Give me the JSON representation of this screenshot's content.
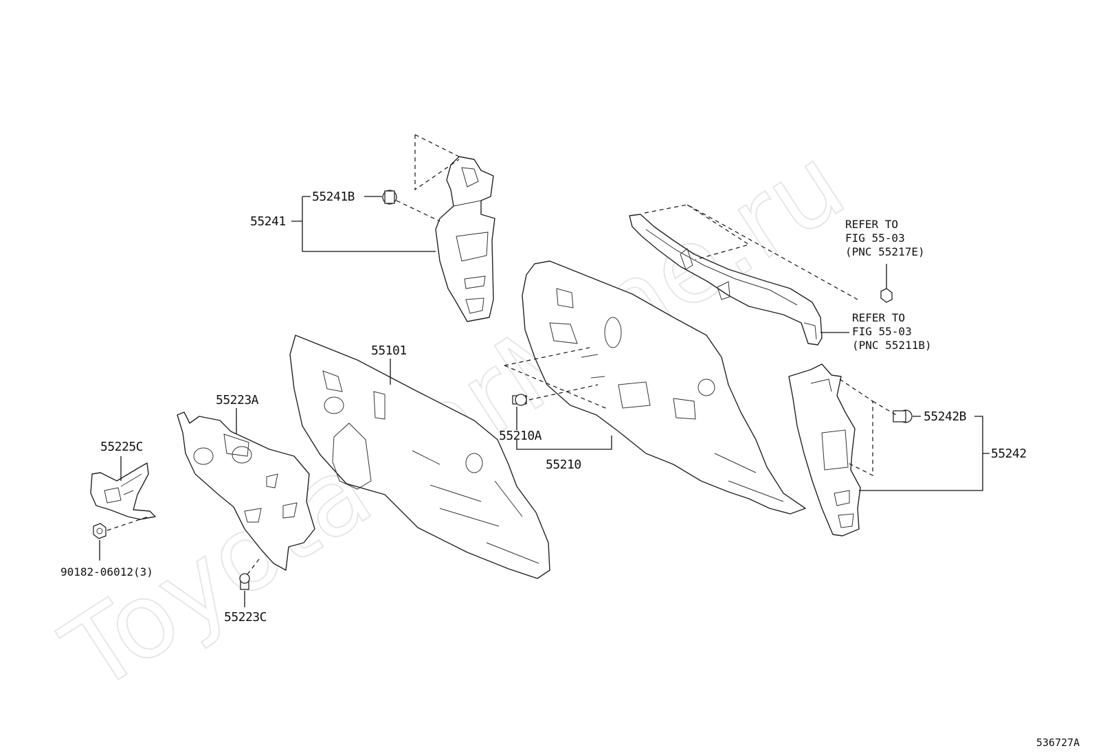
{
  "watermark": "ToyotaCarMine.ru",
  "figure_code": "536727A",
  "parts": {
    "p55241": "55241",
    "p55241B": "55241B",
    "p55101": "55101",
    "p55223A": "55223A",
    "p55225C": "55225C",
    "p90182": "90182-06012(3)",
    "p55223C": "55223C",
    "p55210A": "55210A",
    "p55210": "55210",
    "p55242B": "55242B",
    "p55242": "55242"
  },
  "refs": {
    "ref1": {
      "line1": "REFER TO",
      "line2": "FIG 55-03",
      "line3": "(PNC 55217E)"
    },
    "ref2": {
      "line1": "REFER TO",
      "line2": "FIG 55-03",
      "line3": "(PNC 55211B)"
    }
  }
}
